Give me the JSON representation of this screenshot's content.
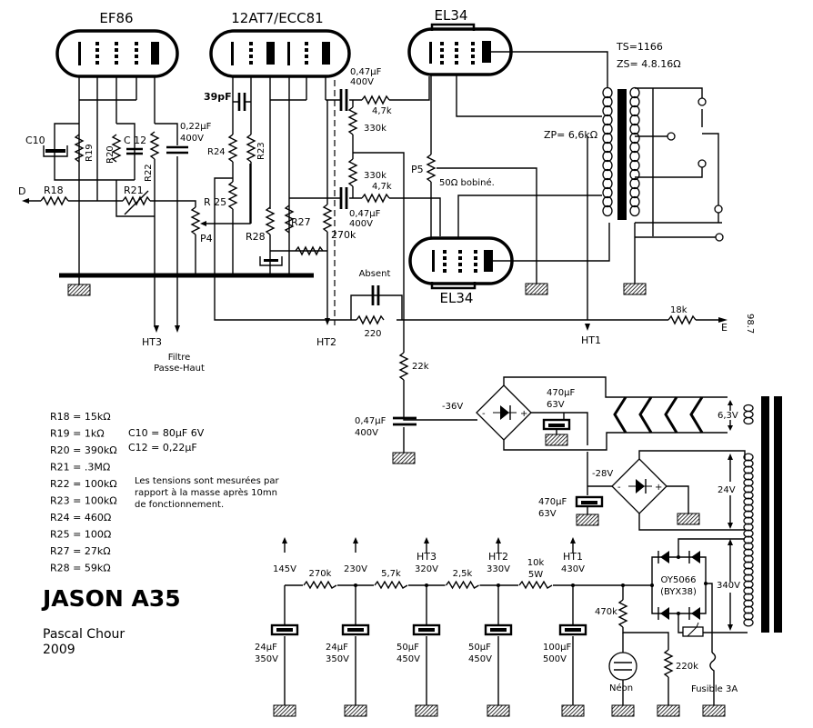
{
  "title": "JASON A35",
  "author": "Pascal Chour",
  "year": "2009",
  "tubes": {
    "ef86": "EF86",
    "ecc81": "12AT7/ECC81",
    "el34_top": "EL34",
    "el34_bottom": "EL34"
  },
  "transformer": {
    "ts": "TS=1166",
    "zs": "ZS= 4.8.16Ω",
    "zp": "ZP= 6,6kΩ"
  },
  "labels": {
    "c10": "C10",
    "r19": "R19",
    "r20": "R20",
    "c12": "C 12",
    "r22": "R22",
    "c_022": "0,22µF",
    "c_022_v": "400V",
    "c39": "39pF",
    "r24": "R24",
    "r23": "R23",
    "r25": "R 25",
    "r18": "R18",
    "r21": "R21",
    "d": "D",
    "p4": "P4",
    "r28": "R28",
    "r27": "R27",
    "r270k": "270k",
    "c047a": "0,47µF",
    "c047a_v": "400V",
    "r47a": "4,7k",
    "r330a": "330k",
    "r330b": "330k",
    "r47b": "4,7k",
    "c047b": "0,47µF",
    "c047b_v": "400V",
    "p5": "P5",
    "p5_val": "50Ω  bobiné.",
    "absent": "Absent",
    "r220": "220",
    "ht3": "HT3",
    "ht2": "HT2",
    "ht1": "HT1",
    "filtre1": "Filtre",
    "filtre2": "Passe-Haut",
    "r18k": "18k",
    "e": "E",
    "page_ref": "98.7",
    "r22k": "22k",
    "c047c": "0,47µF",
    "c047c_v": "400V",
    "v_36": "-36V",
    "c470a": "470µF",
    "c470a_v": "63V",
    "v_63": "6,3V",
    "v_28": "-28V",
    "c470b": "470µF",
    "c470b_v": "63V",
    "v_24": "24V",
    "v_340": "340V",
    "bridge": "OY5066",
    "bridge2": "(BYX38)",
    "r470k": "470k",
    "r220k": "220k",
    "neon": "Néon",
    "fuse": "Fusible 3A"
  },
  "supply": {
    "nodes": [
      {
        "name": "",
        "voltage": "145V",
        "cap": "24µF",
        "cap_v": "350V"
      },
      {
        "name": "",
        "voltage": "230V",
        "cap": "24µF",
        "cap_v": "350V"
      },
      {
        "name": "HT3",
        "voltage": "320V",
        "cap": "50µF",
        "cap_v": "450V"
      },
      {
        "name": "HT2",
        "voltage": "330V",
        "cap": "50µF",
        "cap_v": "450V"
      },
      {
        "name": "HT1",
        "voltage": "430V",
        "cap": "100µF",
        "cap_v": "500V"
      }
    ],
    "resistors": [
      "270k",
      "5,7k",
      "2,5k",
      "10k"
    ],
    "r4_power": "5W"
  },
  "parts_list": [
    "R18 =  15kΩ",
    "R19 =    1kΩ",
    "R20 = 390kΩ",
    "R21 =   .3MΩ",
    "R22 = 100kΩ",
    "R23 = 100kΩ",
    "R24 = 460Ω",
    "R25 = 100Ω",
    "R27 =   27kΩ",
    "R28 =   59kΩ"
  ],
  "caps_list": [
    "C10 = 80µF 6V",
    "C12 =  0,22µF"
  ],
  "note": [
    "Les tensions sont mesurées par",
    "rapport à la masse après 10mn",
    "de fonctionnement."
  ]
}
